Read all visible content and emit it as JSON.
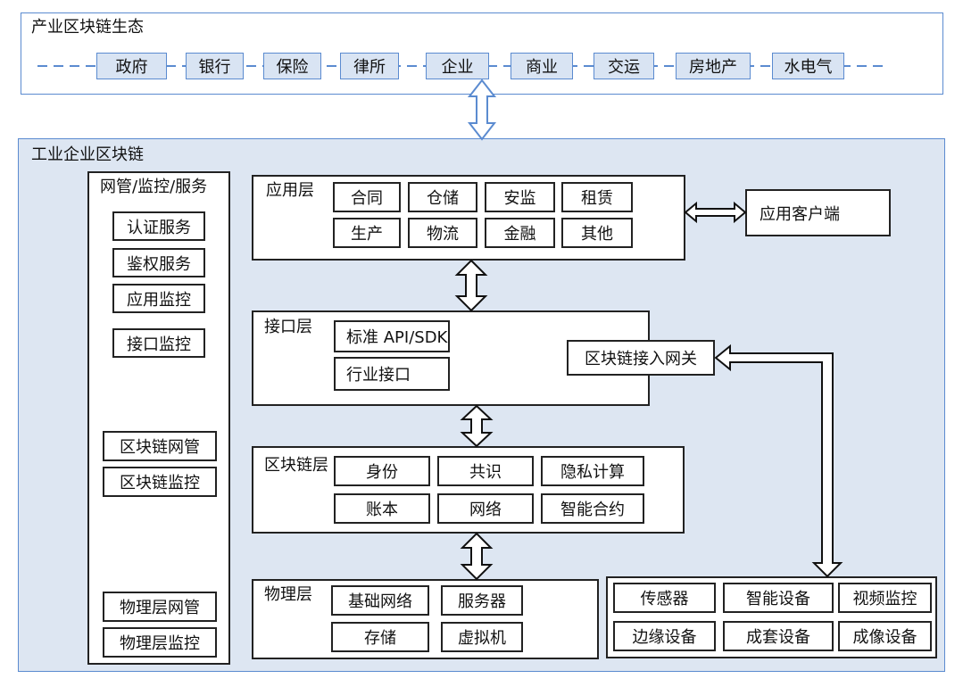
{
  "ecosystem": {
    "title": "产业区块链生态",
    "items": [
      "政府",
      "银行",
      "保险",
      "律所",
      "企业",
      "商业",
      "交运",
      "房地产",
      "水电气"
    ]
  },
  "enterprise": {
    "title": "工业企业区块链",
    "mgmt": {
      "title": "网管/监控/服务",
      "items": [
        "认证服务",
        "鉴权服务",
        "应用监控",
        "接口监控",
        "区块链网管",
        "区块链监控",
        "物理层网管",
        "物理层监控"
      ]
    },
    "app_layer": {
      "title": "应用层",
      "items": [
        "合同",
        "仓储",
        "安监",
        "租赁",
        "生产",
        "物流",
        "金融",
        "其他"
      ]
    },
    "app_client": "应用客户端",
    "interface_layer": {
      "title": "接口层",
      "items": [
        "标准 API/SDK",
        "行业接口"
      ],
      "gateway": "区块链接入网关"
    },
    "blockchain_layer": {
      "title": "区块链层",
      "items": [
        "身份",
        "共识",
        "隐私计算",
        "账本",
        "网络",
        "智能合约"
      ]
    },
    "physical_layer": {
      "title": "物理层",
      "items": [
        "基础网络",
        "服务器",
        "存储",
        "虚拟机"
      ]
    },
    "devices": {
      "items": [
        "传感器",
        "智能设备",
        "视频监控",
        "边缘设备",
        "成套设备",
        "成像设备"
      ]
    }
  },
  "colors": {
    "frame_blue": "#5b8bd0",
    "panel_fill": "#dde6f2",
    "item_fill": "#d9e4f3"
  }
}
